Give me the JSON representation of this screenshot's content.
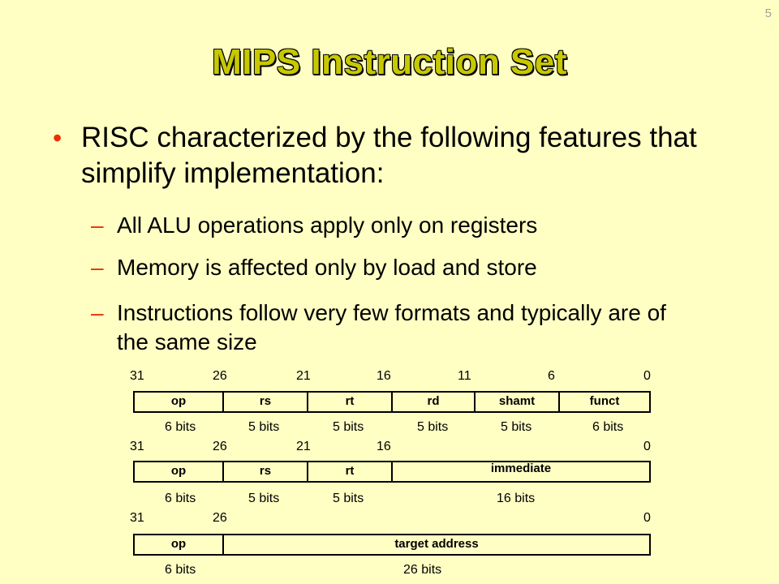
{
  "slide_number": "5",
  "title": "MIPS Instruction Set",
  "bullet": "RISC characterized by the following features that simplify implementation:",
  "sub_bullets": [
    "All ALU operations apply only on registers",
    "Memory is affected only by load and store",
    "Instructions follow very few formats and typically are of the same size"
  ],
  "formats": [
    {
      "bit_positions": [
        "31",
        "26",
        "21",
        "16",
        "11",
        "6",
        "0"
      ],
      "fields": [
        "op",
        "rs",
        "rt",
        "rd",
        "shamt",
        "funct"
      ],
      "sizes": [
        "6 bits",
        "5 bits",
        "5 bits",
        "5 bits",
        "5 bits",
        "6 bits"
      ]
    },
    {
      "bit_positions": [
        "31",
        "26",
        "21",
        "16",
        "0"
      ],
      "fields": [
        "op",
        "rs",
        "rt",
        "immediate"
      ],
      "sizes": [
        "6 bits",
        "5 bits",
        "5 bits",
        "16 bits"
      ]
    },
    {
      "bit_positions": [
        "31",
        "26",
        "0"
      ],
      "fields": [
        "op",
        "target address"
      ],
      "sizes": [
        "6 bits",
        "26 bits"
      ]
    }
  ]
}
